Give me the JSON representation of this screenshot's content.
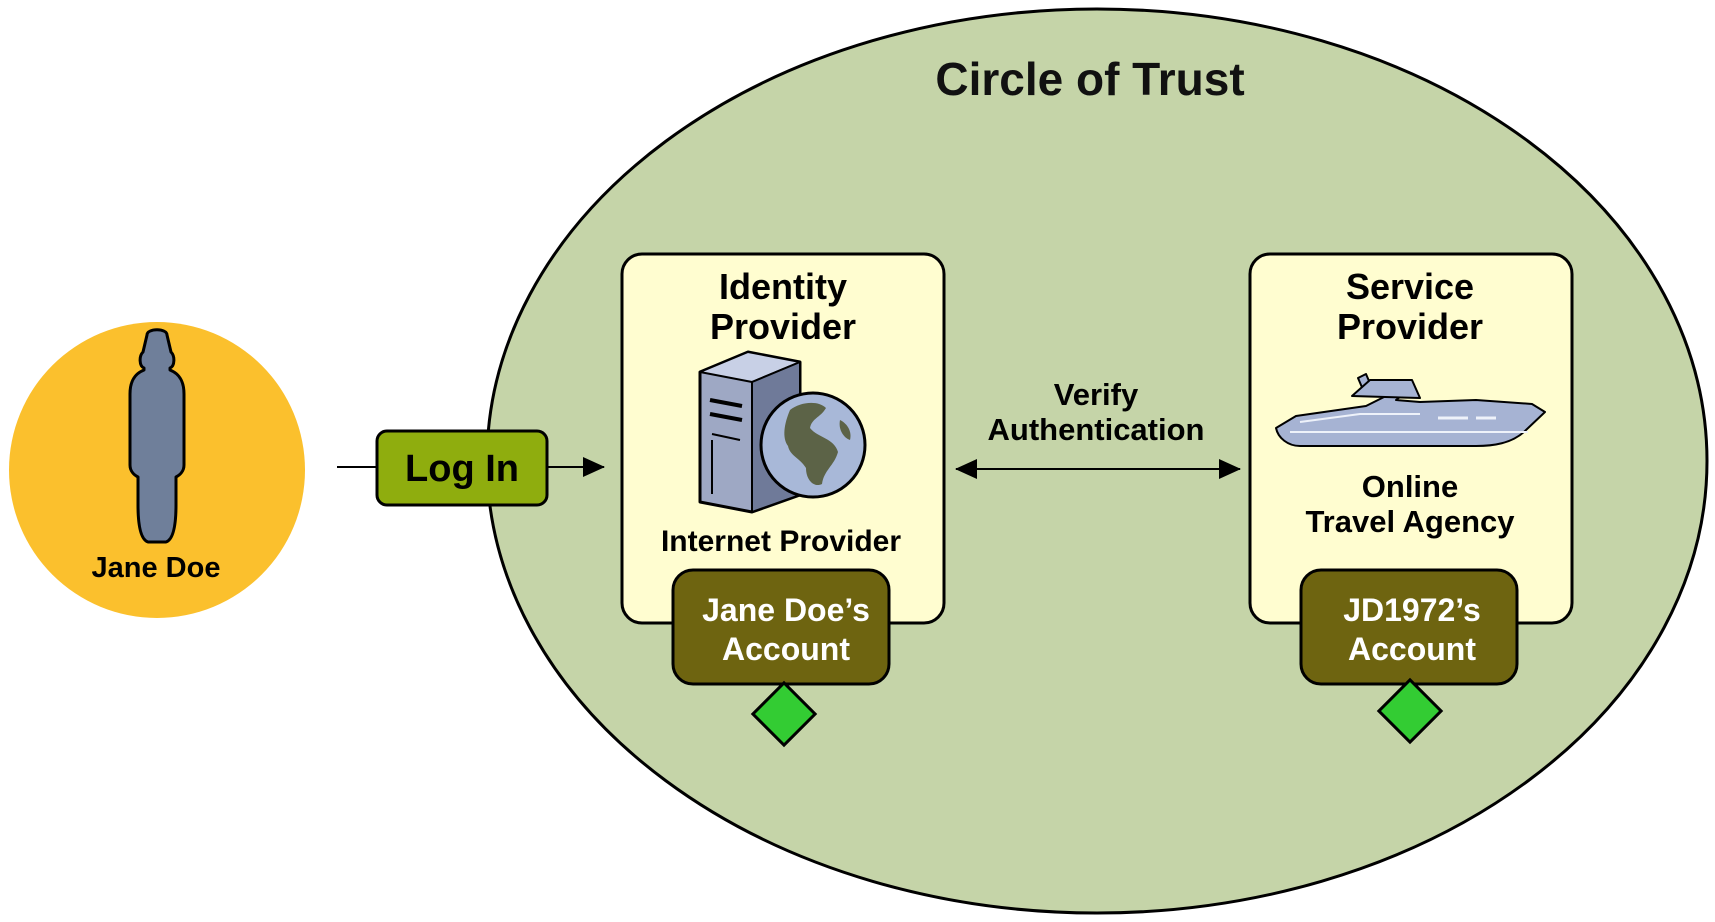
{
  "title": "Circle of Trust",
  "user": {
    "name": "Jane Doe"
  },
  "login": {
    "label": "Log In"
  },
  "verify": {
    "line1": "Verify",
    "line2": "Authentication"
  },
  "identity_provider": {
    "title_line1": "Identity",
    "title_line2": "Provider",
    "caption": "Internet Provider",
    "account_line1": "Jane Doe’s",
    "account_line2": "Account"
  },
  "service_provider": {
    "title_line1": "Service",
    "title_line2": "Provider",
    "caption_line1": "Online",
    "caption_line2": "Travel Agency",
    "account_line1": "JD1972’s",
    "account_line2": "Account"
  },
  "colors": {
    "circle_fill": "#c5d4a8",
    "user_fill": "#fbc02d",
    "provider_box": "#fffdd0",
    "account_badge": "#6e6410",
    "login_button": "#8fad0e",
    "link_diamond": "#33cc33",
    "person": "#6f7f9a"
  },
  "icons": {
    "person": "person-icon",
    "server": "server-globe-icon",
    "ship": "cruise-ship-icon",
    "link": "diamond-icon"
  }
}
